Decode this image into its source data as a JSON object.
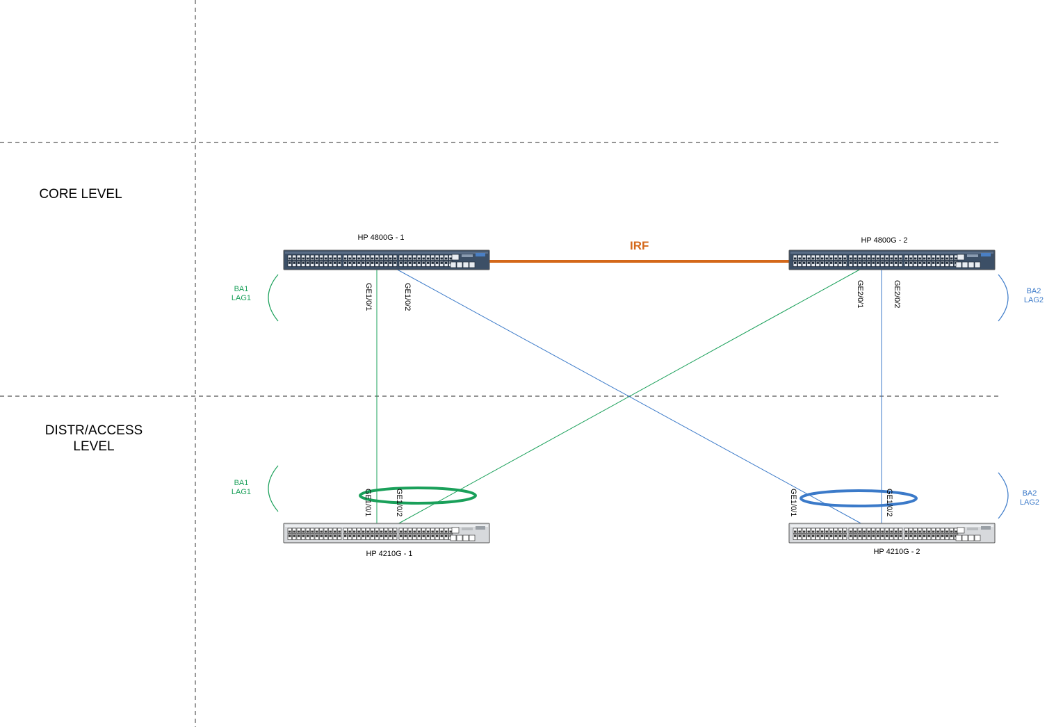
{
  "zones": {
    "core": "CORE LEVEL",
    "distr_line1": "DISTR/ACCESS",
    "distr_line2": "LEVEL"
  },
  "devices": {
    "core1": "HP 4800G - 1",
    "core2": "HP 4800G - 2",
    "access1": "HP 4210G - 1",
    "access2": "HP 4210G - 2"
  },
  "links": {
    "irf": "IRF"
  },
  "ports": {
    "core1_p1": "GE1/0/1",
    "core1_p2": "GE1/0/2",
    "core2_p1": "GE2/0/1",
    "core2_p2": "GE2/0/2",
    "access1_p1": "GE1/0/1",
    "access1_p2": "GE1/0/2",
    "access2_p1": "GE1/0/1",
    "access2_p2": "GE1/0/2"
  },
  "aggregations": {
    "left_top": [
      "BA1",
      "LAG1"
    ],
    "right_top": [
      "BA2",
      "LAG2"
    ],
    "left_bottom": [
      "BA1",
      "LAG1"
    ],
    "right_bottom": [
      "BA2",
      "LAG2"
    ]
  },
  "colors": {
    "green_link": "#1aa05a",
    "blue_link": "#3b7ac9",
    "irf_link": "#d4681a",
    "core_switch": "#3c4f66",
    "access_switch": "#d7d9dc"
  }
}
